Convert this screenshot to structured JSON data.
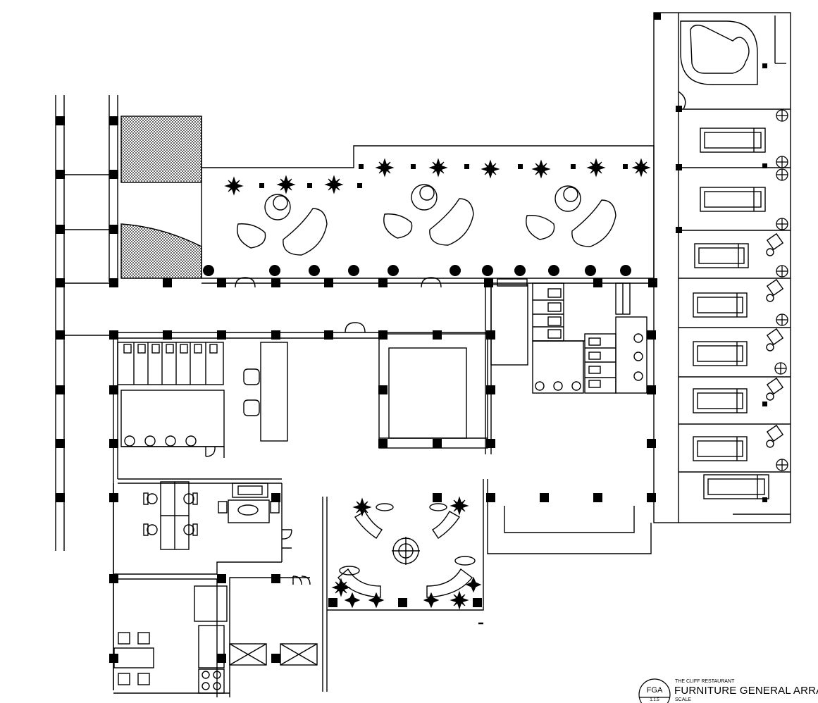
{
  "title_block": {
    "badge_code": "FGA",
    "badge_number": "1.1.5",
    "project_name": "THE CLIFF RESTAURANT",
    "drawing_title": "FURNITURE GENERAL ARRAN",
    "scale_label": "SCALE"
  },
  "colors": {
    "line": "#000000",
    "background": "#ffffff"
  }
}
